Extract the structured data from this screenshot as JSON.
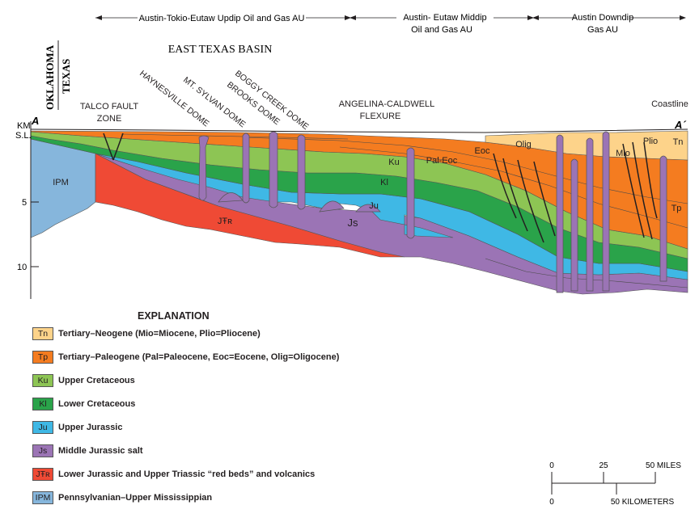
{
  "assessment_units": [
    {
      "label": "Austin-Tokio-Eutaw Updip Oil and Gas AU"
    },
    {
      "label_line1": "Austin- Eutaw Middip",
      "label_line2": "Oil and Gas AU"
    },
    {
      "label_line1": "Austin Downdip",
      "label_line2": "Gas AU"
    }
  ],
  "section": {
    "start_label": "A",
    "end_label": "A´",
    "basin_label": "EAST TEXAS BASIN",
    "state_north": "OKLAHOMA",
    "state_south": "TEXAS",
    "feature_labels": {
      "talco_line1": "TALCO FAULT",
      "talco_line2": "ZONE",
      "haynesville": "HAYNESVILLE DOME",
      "mt_sylvan": "MT. SYLVAN DOME",
      "brooks": "BROOKS DOME",
      "boggy_creek": "BOGGY CREEK DOME",
      "angelina_line1": "ANGELINA-CALDWELL",
      "angelina_line2": "FLEXURE",
      "coastline": "Coastline"
    },
    "unit_labels": {
      "ipm": "IPM",
      "jtr": "JŦʀ",
      "js": "Js",
      "ju": "Ju",
      "kl": "Kl",
      "ku": "Ku",
      "pal_eoc": "Pal-Eoc",
      "eoc": "Eoc",
      "olig": "Olig",
      "mio": "Mio",
      "plio": "Plio",
      "tn": "Tn",
      "tp": "Tp"
    }
  },
  "depth_axis": {
    "unit_line1": "KM",
    "unit_line2": "S.L.",
    "ticks": [
      {
        "label": "5",
        "km": 5
      },
      {
        "label": "10",
        "km": 10
      }
    ]
  },
  "legend": {
    "title": "EXPLANATION",
    "items": [
      {
        "code": "Tn",
        "text": "Tertiary–Neogene (Mio=Miocene, Plio=Pliocene)",
        "color": "#fdd38a"
      },
      {
        "code": "Tp",
        "text": "Tertiary–Paleogene (Pal=Paleocene, Eoc=Eocene, Olig=Oligocene)",
        "color": "#f47c20"
      },
      {
        "code": "Ku",
        "text": "Upper Cretaceous",
        "color": "#8dc554"
      },
      {
        "code": "Kl",
        "text": "Lower Cretaceous",
        "color": "#2aa34a"
      },
      {
        "code": "Ju",
        "text": "Upper Jurassic",
        "color": "#3fb8e5"
      },
      {
        "code": "Js",
        "text": "Middle Jurassic salt",
        "color": "#9b74b5"
      },
      {
        "code": "JŦʀ",
        "text": "Lower Jurassic and Upper Triassic “red beds” and volcanics",
        "color": "#ef4a35"
      },
      {
        "code": "IPM",
        "text": "Pennsylvanian–Upper Mississippian",
        "color": "#86b6dc"
      }
    ]
  },
  "scale_bar": {
    "miles_ticks": [
      "0",
      "25",
      "50 MILES"
    ],
    "km_ticks": [
      "0",
      "50 KILOMETERS"
    ]
  }
}
